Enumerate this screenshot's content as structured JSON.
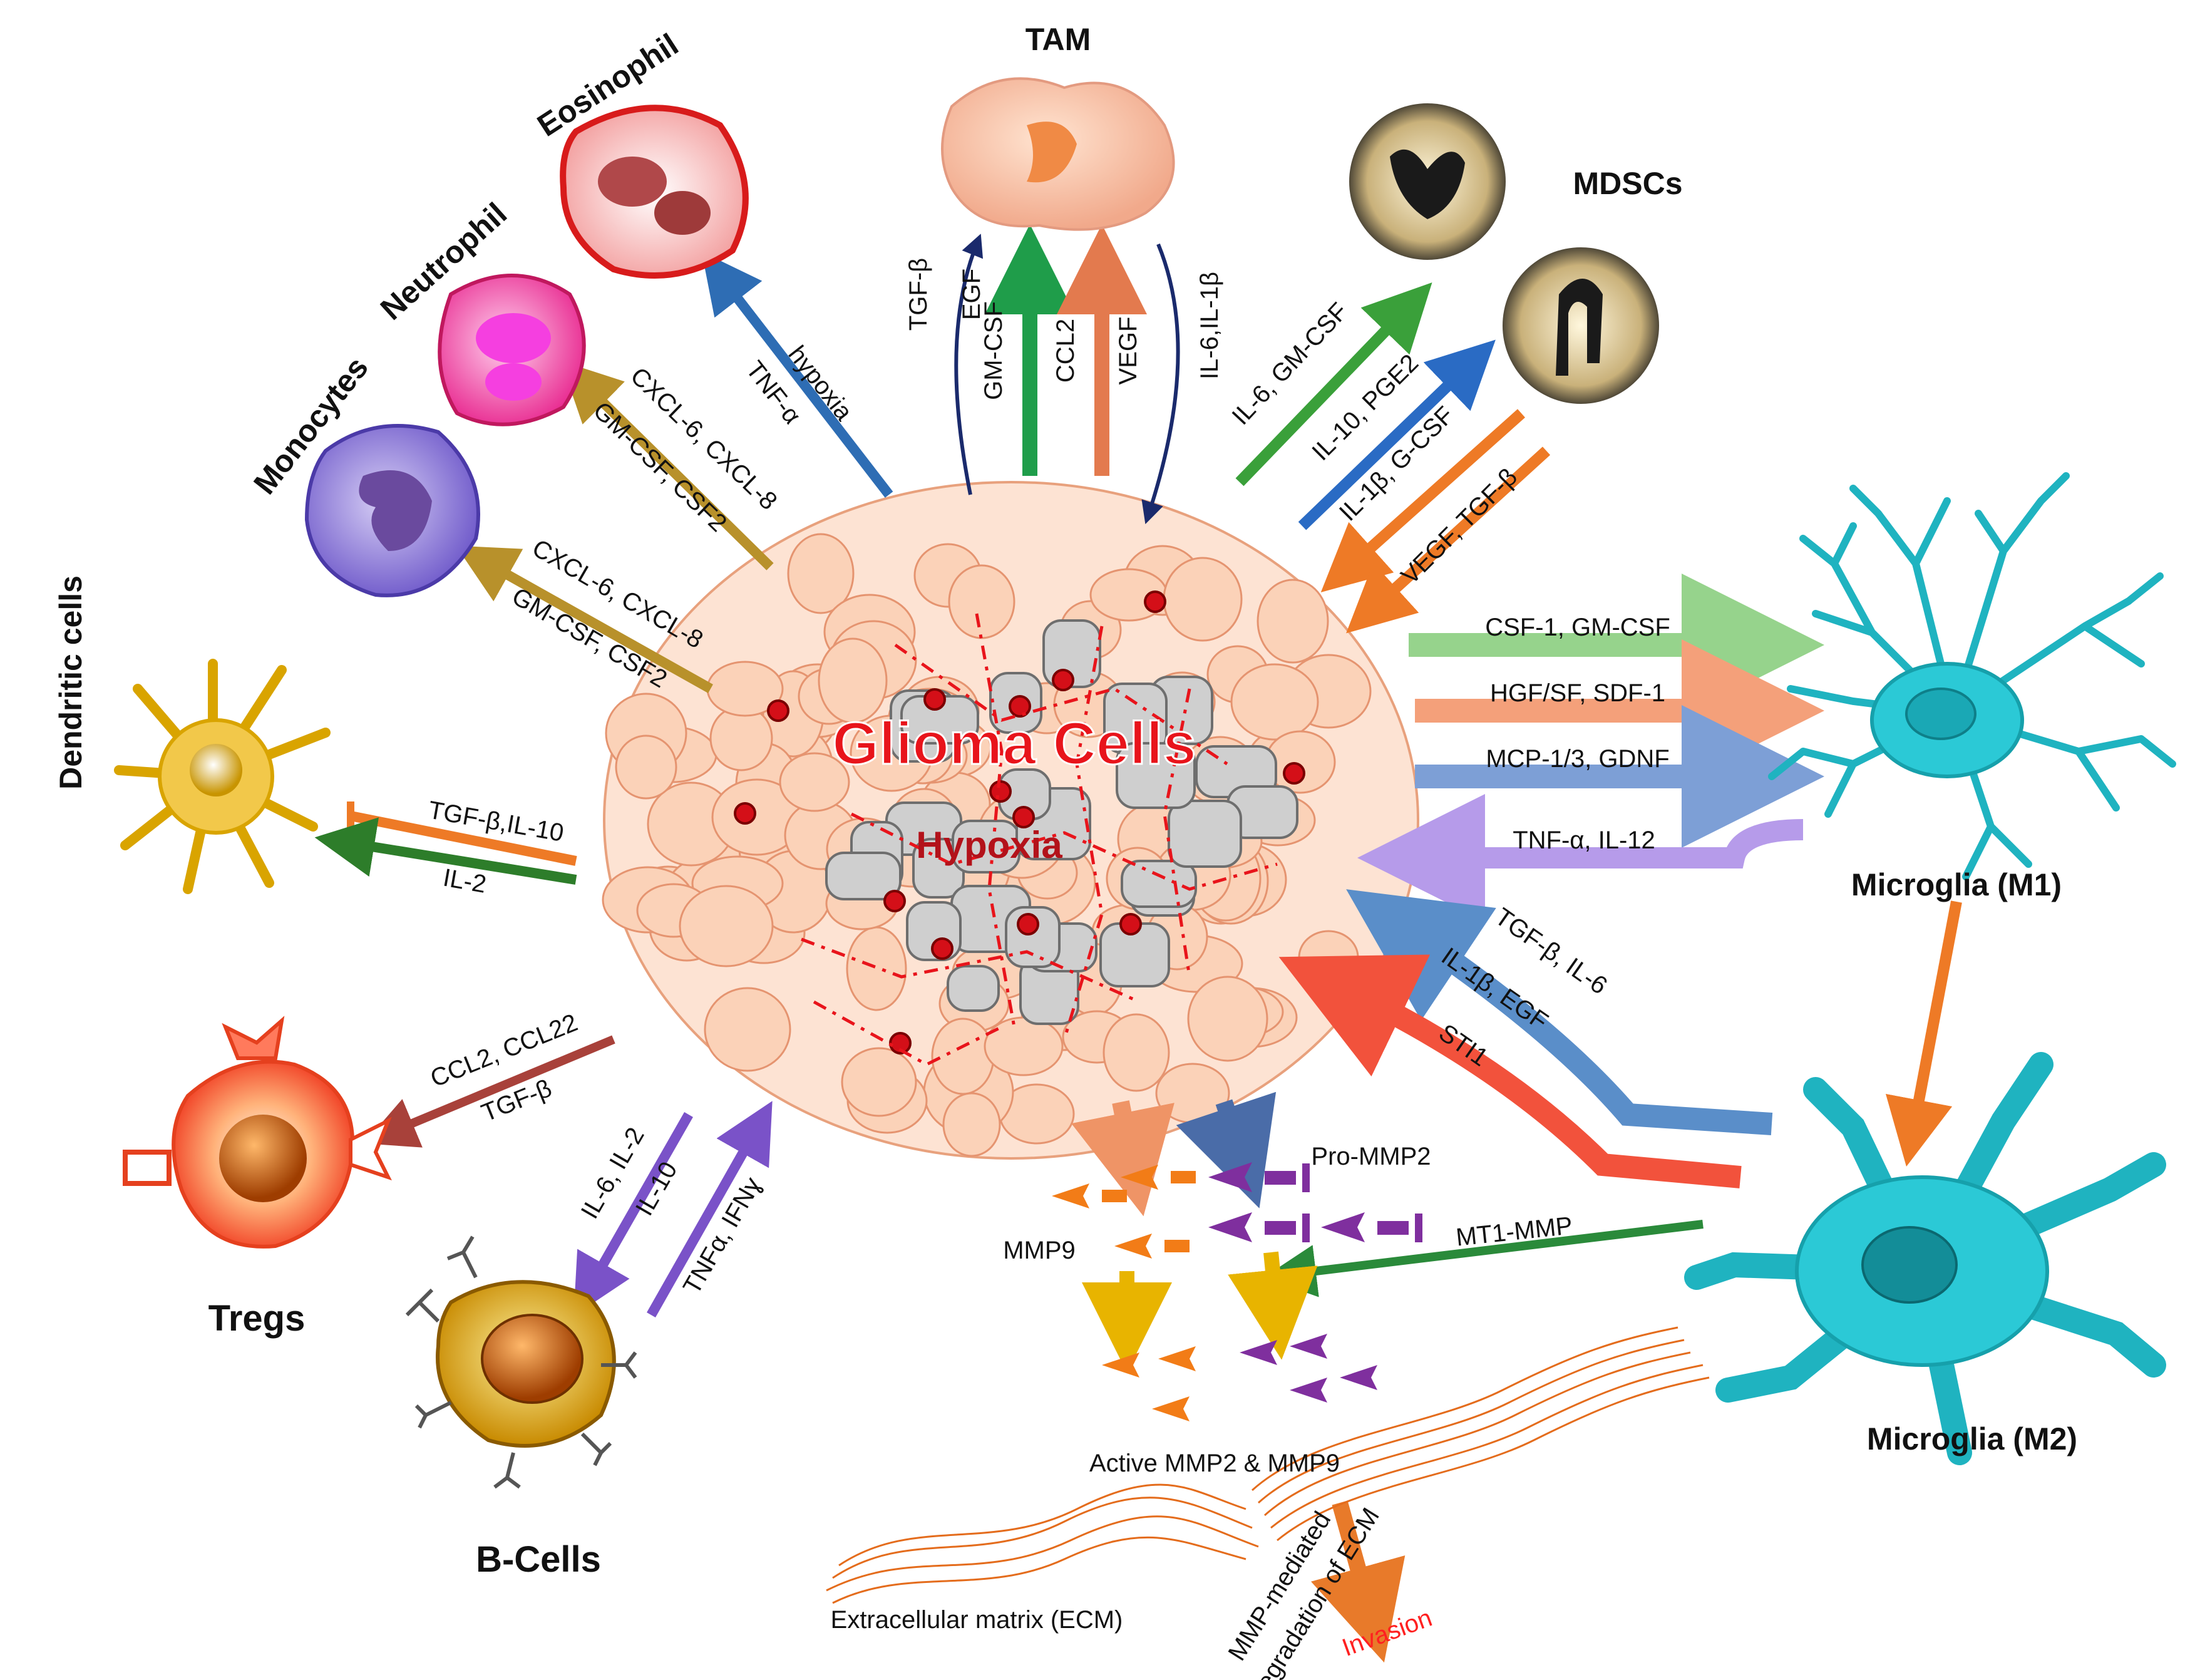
{
  "center": {
    "title": "Glioma Cells",
    "subtitle": "Hypoxia"
  },
  "cells": {
    "tam": "TAM",
    "mdscs": "MDSCs",
    "eosinophil": "Eosinophil",
    "neutrophil": "Neutrophil",
    "monocytes": "Monocytes",
    "dendritic": "Dendritic cells",
    "tregs": "Tregs",
    "bcells": "B-Cells",
    "microglia_m1": "Microglia (M1)",
    "microglia_m2": "Microglia (M2)"
  },
  "signals": {
    "eos_1": "hypoxia",
    "eos_2": "TNF-α",
    "neu_1": "CXCL-6,  CXCL-8",
    "neu_2": "GM-CSF,  CSF2",
    "mono_1": "CXCL-6,  CXCL-8",
    "mono_2": "GM-CSF,  CSF2",
    "tam_tgfb": "TGF-β",
    "tam_egf": "EGF",
    "tam_gmcsf": "GM-CSF",
    "tam_ccl2": "CCL2",
    "tam_vegf": "VEGF",
    "tam_il6": "IL-6,IL-1β",
    "mdsc_1": "IL-6,  GM-CSF",
    "mdsc_2": "IL-10,  PGE2",
    "mdsc_3": "IL-1β,  G-CSF",
    "mdsc_4": "VEGF,  TGF-β",
    "m1_1": "CSF-1,  GM-CSF",
    "m1_2": "HGF/SF,  SDF-1",
    "m1_3": "MCP-1/3,  GDNF",
    "m1_4": "TNF-α,  IL-12",
    "m2_1": "TGF-β,  IL-6",
    "m2_2": "IL-1β,  EGF",
    "m2_3": "STI1",
    "dc_1": "TGF-β,IL-10",
    "dc_2": "IL-2",
    "treg_1": "CCL2,  CCL22",
    "treg_2": "TGF-β",
    "b_1": "IL-6,  IL-2",
    "b_2": "IL-10",
    "b_3": "TNFα,  IFNɣ",
    "mt1mmp": "MT1-MMP"
  },
  "mmp": {
    "pro_mmp2": "Pro-MMP2",
    "mmp9": "MMP9",
    "active": "Active MMP2 & MMP9",
    "ecm": "Extracellular matrix (ECM)",
    "degradation_1": "MMP-mediated",
    "degradation_2": "degradation of ECM",
    "invasion": "Invasion"
  },
  "colors": {
    "glioma_title": "#e8141b",
    "hypoxia_title": "#b3121a",
    "tumor_fill": "#fbd8c2",
    "tumor_stroke": "#e8a17d",
    "grey_cell": "#c9c9c9",
    "microglia": "#22c3cf",
    "mmp9": "#f27c17",
    "pro_mmp2": "#7f2f9e",
    "invasion": "#ff2020",
    "ecm": "#e46c1c"
  }
}
